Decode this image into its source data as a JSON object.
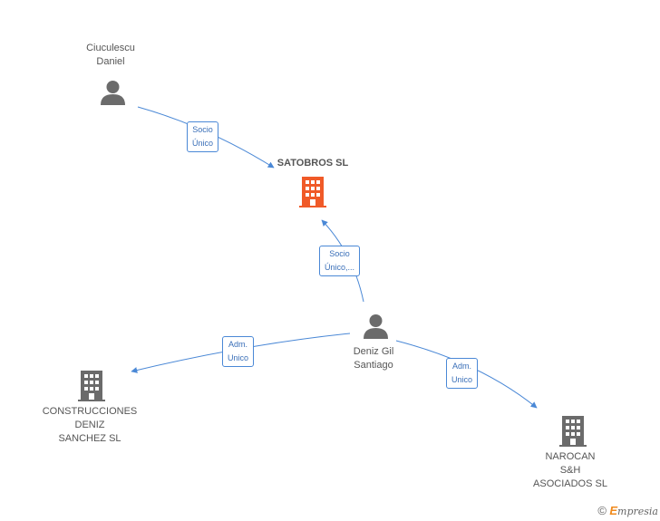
{
  "nodes": {
    "ciuculescu": {
      "lines": [
        "Ciuculescu",
        "Daniel"
      ],
      "type": "person"
    },
    "satobros": {
      "lines": [
        "SATOBROS SL"
      ],
      "type": "company-main"
    },
    "deniz": {
      "lines": [
        "Deniz Gil",
        "Santiago"
      ],
      "type": "person"
    },
    "construcciones": {
      "lines": [
        "CONSTRUCCIONES",
        "DENIZ",
        "SANCHEZ SL"
      ],
      "type": "company"
    },
    "narocan": {
      "lines": [
        "NAROCAN",
        "S&H",
        "ASOCIADOS SL"
      ],
      "type": "company"
    }
  },
  "edges": {
    "ciuculescu_satobros": [
      "Socio",
      "Único"
    ],
    "deniz_satobros": [
      "Socio",
      "Único,..."
    ],
    "deniz_construcciones": [
      "Adm.",
      "Unico"
    ],
    "deniz_narocan": [
      "Adm.",
      "Unico"
    ]
  },
  "colors": {
    "edge": "#4a88d6",
    "main_company": "#f05a28",
    "company": "#6b6b6b",
    "person": "#6b6b6b"
  },
  "footer": {
    "copyright": "©",
    "brand_initial": "E",
    "brand_rest": "mpresia"
  }
}
